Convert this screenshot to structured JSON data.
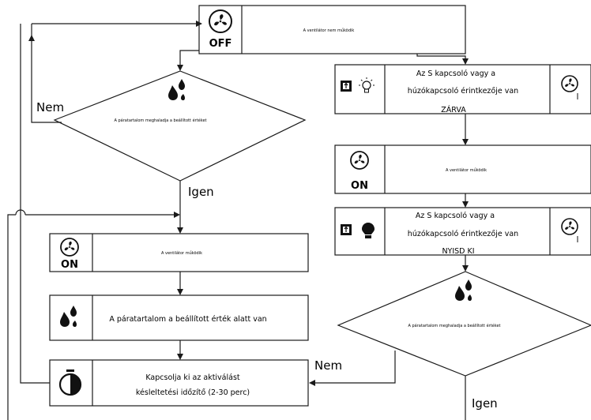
{
  "top_box": {
    "icon_label": "OFF",
    "text": "A ventilátor nem működik"
  },
  "left": {
    "diamond_text": "A páratartalom meghaladja a beállított értéket",
    "no_label": "Nem",
    "yes_label": "Igen",
    "fan_on_box": {
      "icon_label": "ON",
      "text": "A ventilátor működik"
    },
    "humidity_below_box": {
      "text": "A páratartalom a beállított érték alatt van"
    },
    "timer_box": {
      "line1": "Kapcsolja ki az aktiválást",
      "line2": "késleltetési időzítő (2-30 perc)"
    }
  },
  "right": {
    "switch_closed_box": {
      "line1": "Az S kapcsoló vagy a",
      "line2": "húzókapcsoló érintkezője van",
      "line3": "ZÁRVA"
    },
    "fan_on_box": {
      "icon_label": "ON",
      "text": "A ventilátor működik"
    },
    "switch_open_box": {
      "line1": "Az S kapcsoló vagy a",
      "line2": "húzókapcsoló érintkezője van",
      "line3": "NYISD KI"
    },
    "diamond_text": "A páratartalom meghaladja a beállított értéket",
    "no_label": "Nem",
    "yes_label": "Igen"
  }
}
